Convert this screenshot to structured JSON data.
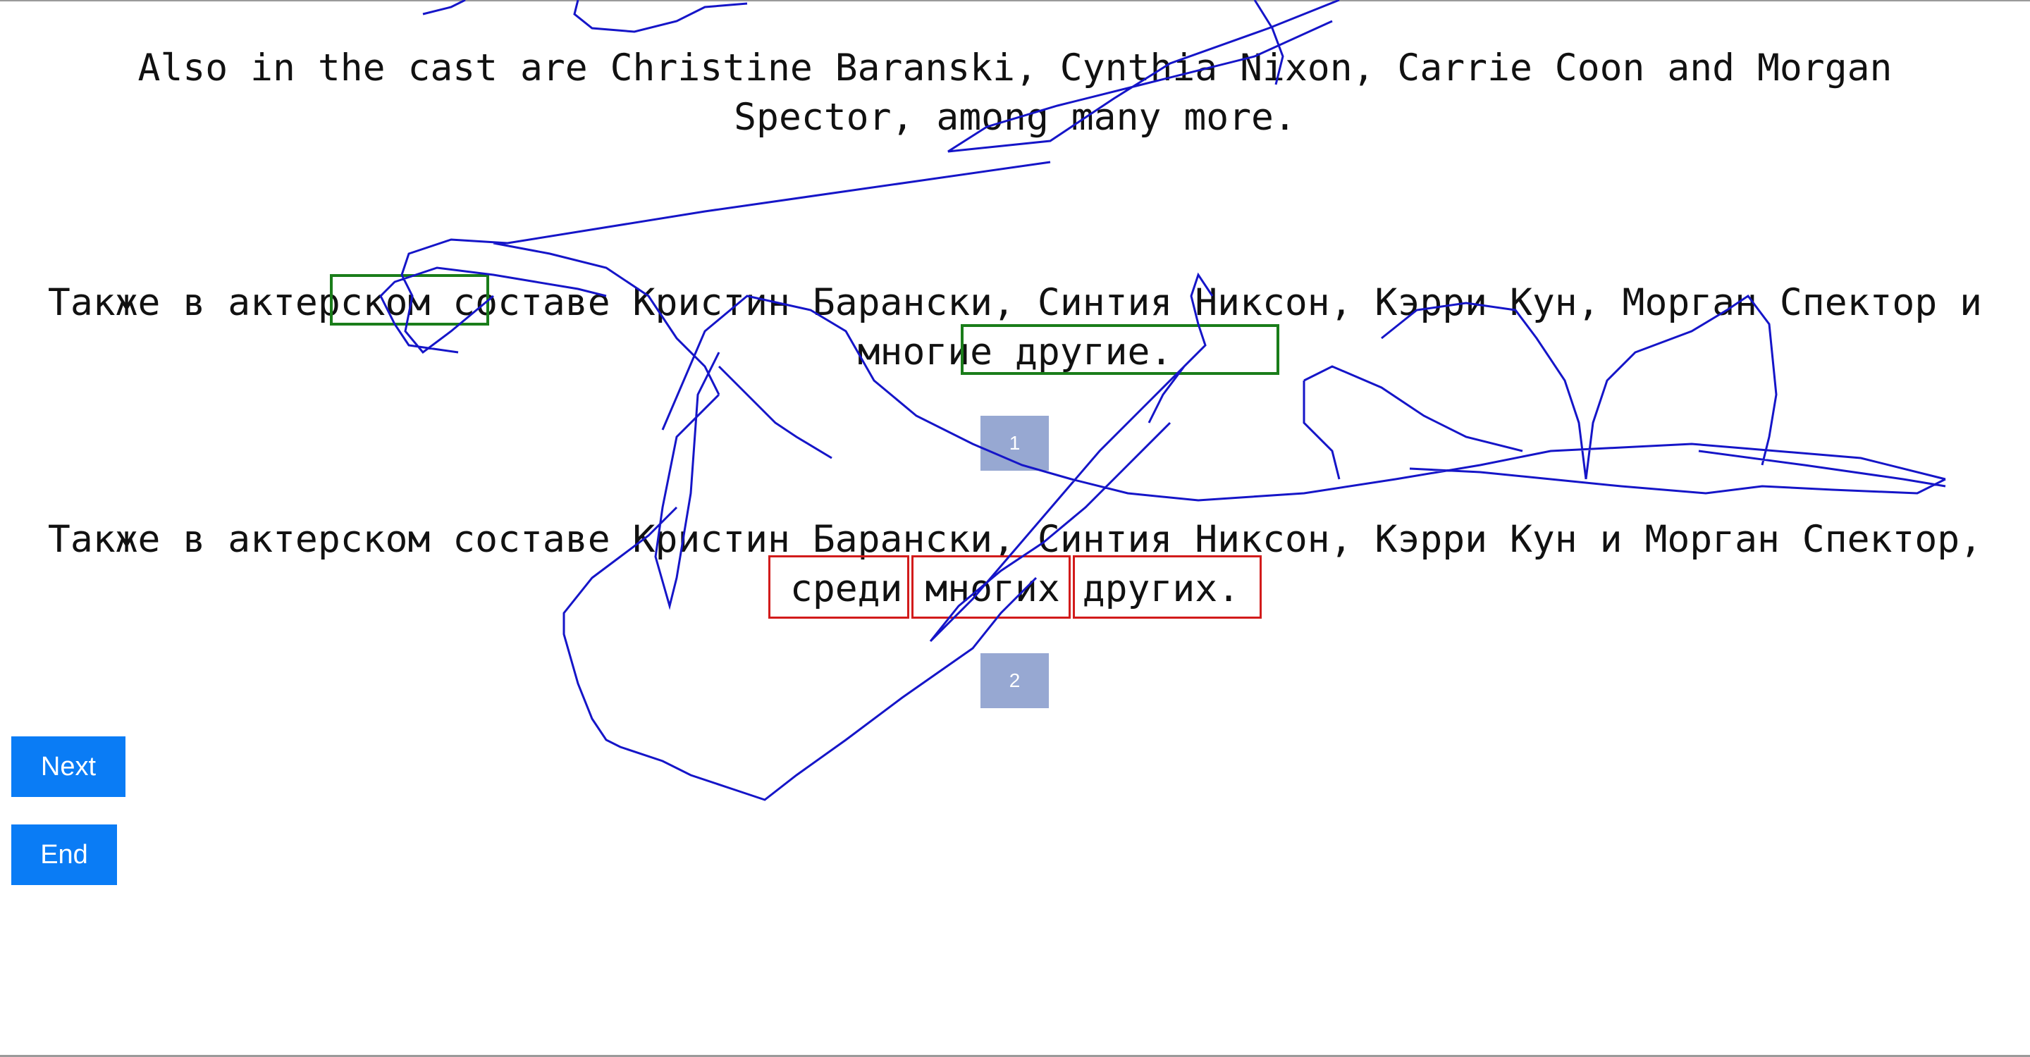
{
  "source_sentence": "Also in the cast are Christine Baranski, Cynthia Nixon, Carrie Coon and Morgan Spector, among many more.",
  "translations": [
    {
      "text": "Также в актерском составе Кристин Барански, Синтия Никсон, Кэрри Кун, Морган Спектор и многие другие.",
      "index_label": "1",
      "highlight_color": "#1a7d1a"
    },
    {
      "text": "Также в актерском составе Кристин Барански, Синтия Никсон, Кэрри Кун и Морган Спектор, среди многих других.",
      "index_label": "2",
      "highlight_color": "#d21b1b"
    }
  ],
  "buttons": {
    "next_label": "Next",
    "end_label": "End",
    "color": "#0a7cf5"
  },
  "badge_color": "#97a8d2",
  "trace_color": "#1515c8"
}
